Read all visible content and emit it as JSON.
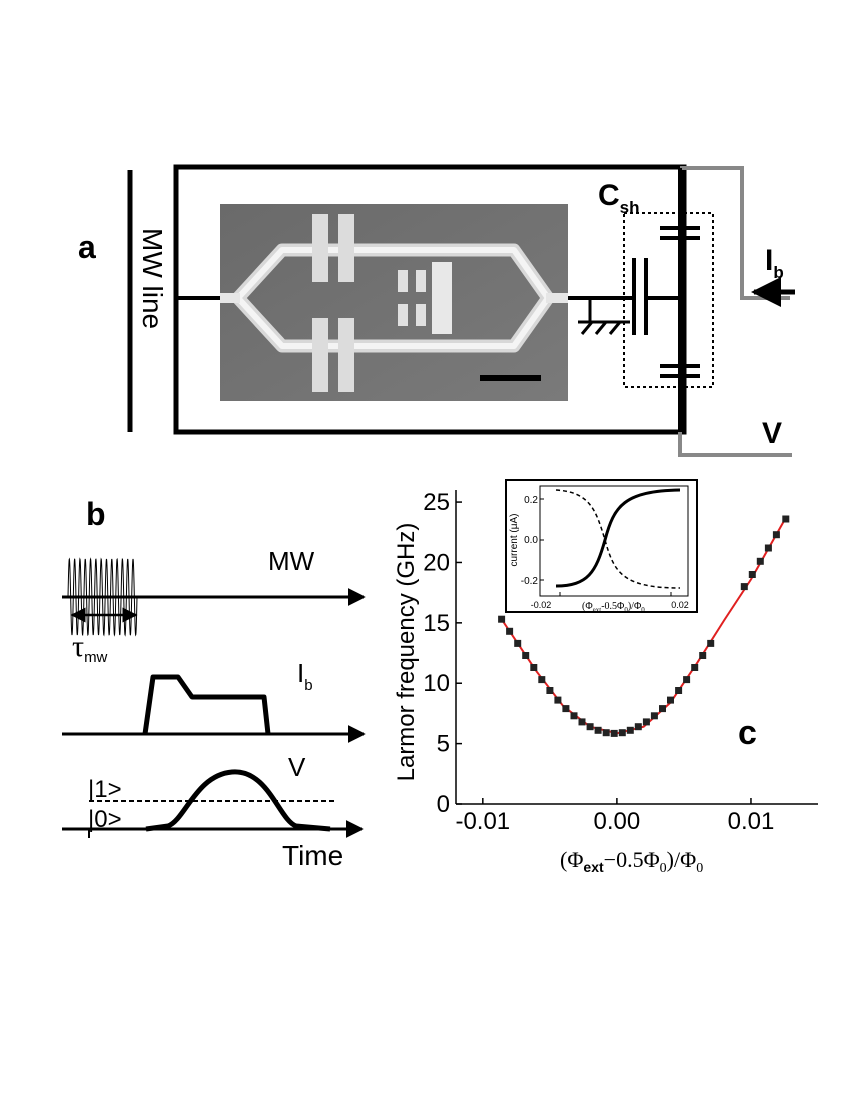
{
  "panel_a": {
    "label": "a",
    "mw_line": "MW line",
    "csh": {
      "main": "C",
      "sub": "sh"
    },
    "ib": {
      "main": "I",
      "sub": "b"
    },
    "v": "V"
  },
  "panel_b": {
    "label": "b",
    "mw": "MW",
    "tau": {
      "main": "τ",
      "sub": "mw"
    },
    "ib": {
      "main": "I",
      "sub": "b"
    },
    "v": "V",
    "state1": "|1>",
    "state0": "|0>",
    "time": "Time"
  },
  "panel_c": {
    "label": "c",
    "ylabel": "Larmor frequency (GHz)",
    "xlabel": {
      "a": "(Φ",
      "sub1": "ext",
      "b": "−0.5Φ",
      "sub2": "0",
      "c": ")/Φ",
      "sub3": "0"
    },
    "inset": {
      "ylabel": "current (μA)",
      "xlabel": {
        "a": "(Φ",
        "sub1": "ext",
        "b": "-0.5Φ",
        "sub2": "0",
        "c": ")/Φ",
        "sub3": "0"
      },
      "xticks": [
        "-0.02",
        "0.02"
      ],
      "yticks": [
        "0.2",
        "0.0",
        "-0.2"
      ]
    }
  },
  "chart_data": {
    "type": "scatter",
    "xlim": [
      -0.012,
      0.015
    ],
    "ylim": [
      0,
      26
    ],
    "xticks": [
      {
        "v": -0.01,
        "label": "-0.01"
      },
      {
        "v": 0.0,
        "label": "0.00"
      },
      {
        "v": 0.01,
        "label": "0.01"
      }
    ],
    "yticks": [
      {
        "v": 0,
        "label": "0"
      },
      {
        "v": 5,
        "label": "5"
      },
      {
        "v": 10,
        "label": "10"
      },
      {
        "v": 15,
        "label": "15"
      },
      {
        "v": 20,
        "label": "20"
      },
      {
        "v": 25,
        "label": "25"
      }
    ],
    "points": [
      [
        -0.0086,
        15.3
      ],
      [
        -0.008,
        14.3
      ],
      [
        -0.0074,
        13.3
      ],
      [
        -0.0068,
        12.3
      ],
      [
        -0.0062,
        11.3
      ],
      [
        -0.0056,
        10.3
      ],
      [
        -0.005,
        9.4
      ],
      [
        -0.0044,
        8.6
      ],
      [
        -0.0038,
        7.9
      ],
      [
        -0.0032,
        7.3
      ],
      [
        -0.0026,
        6.8
      ],
      [
        -0.002,
        6.4
      ],
      [
        -0.0014,
        6.1
      ],
      [
        -0.0008,
        5.9
      ],
      [
        -0.0002,
        5.85
      ],
      [
        0.0004,
        5.9
      ],
      [
        0.001,
        6.1
      ],
      [
        0.0016,
        6.4
      ],
      [
        0.0022,
        6.8
      ],
      [
        0.0028,
        7.3
      ],
      [
        0.0034,
        7.9
      ],
      [
        0.004,
        8.6
      ],
      [
        0.0046,
        9.4
      ],
      [
        0.0052,
        10.3
      ],
      [
        0.0058,
        11.3
      ],
      [
        0.0064,
        12.3
      ],
      [
        0.007,
        13.3
      ],
      [
        0.0095,
        18.0
      ],
      [
        0.0101,
        19.0
      ],
      [
        0.0107,
        20.1
      ],
      [
        0.0113,
        21.2
      ],
      [
        0.0119,
        22.3
      ],
      [
        0.0126,
        23.6
      ]
    ],
    "fit": [
      [
        -0.0086,
        15.3
      ],
      [
        -0.006,
        11.0
      ],
      [
        -0.004,
        8.1
      ],
      [
        -0.002,
        6.4
      ],
      [
        0.0,
        5.85
      ],
      [
        0.002,
        6.4
      ],
      [
        0.004,
        8.4
      ],
      [
        0.006,
        11.7
      ],
      [
        0.008,
        15.2
      ],
      [
        0.01,
        18.6
      ],
      [
        0.0126,
        23.7
      ]
    ]
  }
}
